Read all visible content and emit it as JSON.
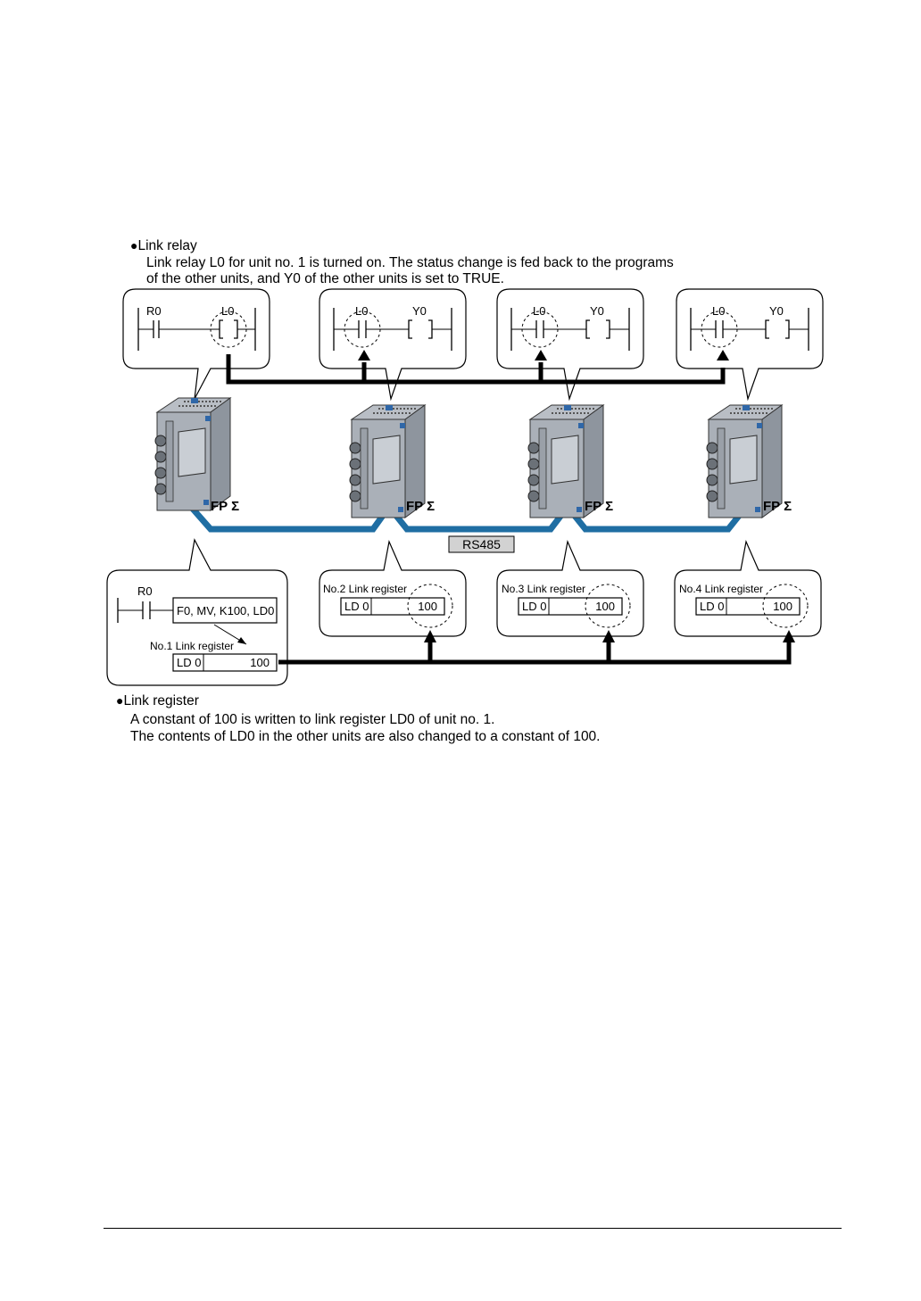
{
  "link_relay": {
    "heading_bullet": "●",
    "heading": "Link relay",
    "line1": "Link relay L0 for unit no. 1 is turned on. The status change is fed back to the programs",
    "line2": "of the other units, and Y0 of the other units is set to TRUE.",
    "unit1": {
      "contact": "R0",
      "coil": "L0"
    },
    "other_units": [
      {
        "contact": "L0",
        "coil": "Y0"
      },
      {
        "contact": "L0",
        "coil": "Y0"
      },
      {
        "contact": "L0",
        "coil": "Y0"
      }
    ]
  },
  "plc_units": [
    {
      "label": "FP Σ"
    },
    {
      "label": "FP Σ"
    },
    {
      "label": "FP Σ"
    },
    {
      "label": "FP Σ"
    }
  ],
  "network": {
    "label": "RS485",
    "cable_color": "#1f6ea3"
  },
  "link_register": {
    "heading_bullet": "●",
    "heading": "Link register",
    "line1": "A constant of 100 is written to link register LD0 of unit no. 1.",
    "line2": "The contents of LD0 in the other units are also changed to a constant of 100.",
    "unit1": {
      "contact": "R0",
      "instruction": "F0, MV, K100, LD0",
      "register_title": "No.1 Link register",
      "register_name": "LD 0",
      "register_value": "100"
    },
    "other_units": [
      {
        "register_title": "No.2 Link register",
        "register_name": "LD 0",
        "register_value": "100"
      },
      {
        "register_title": "No.3 Link register",
        "register_name": "LD 0",
        "register_value": "100"
      },
      {
        "register_title": "No.4 Link register",
        "register_name": "LD 0",
        "register_value": "100"
      }
    ]
  }
}
